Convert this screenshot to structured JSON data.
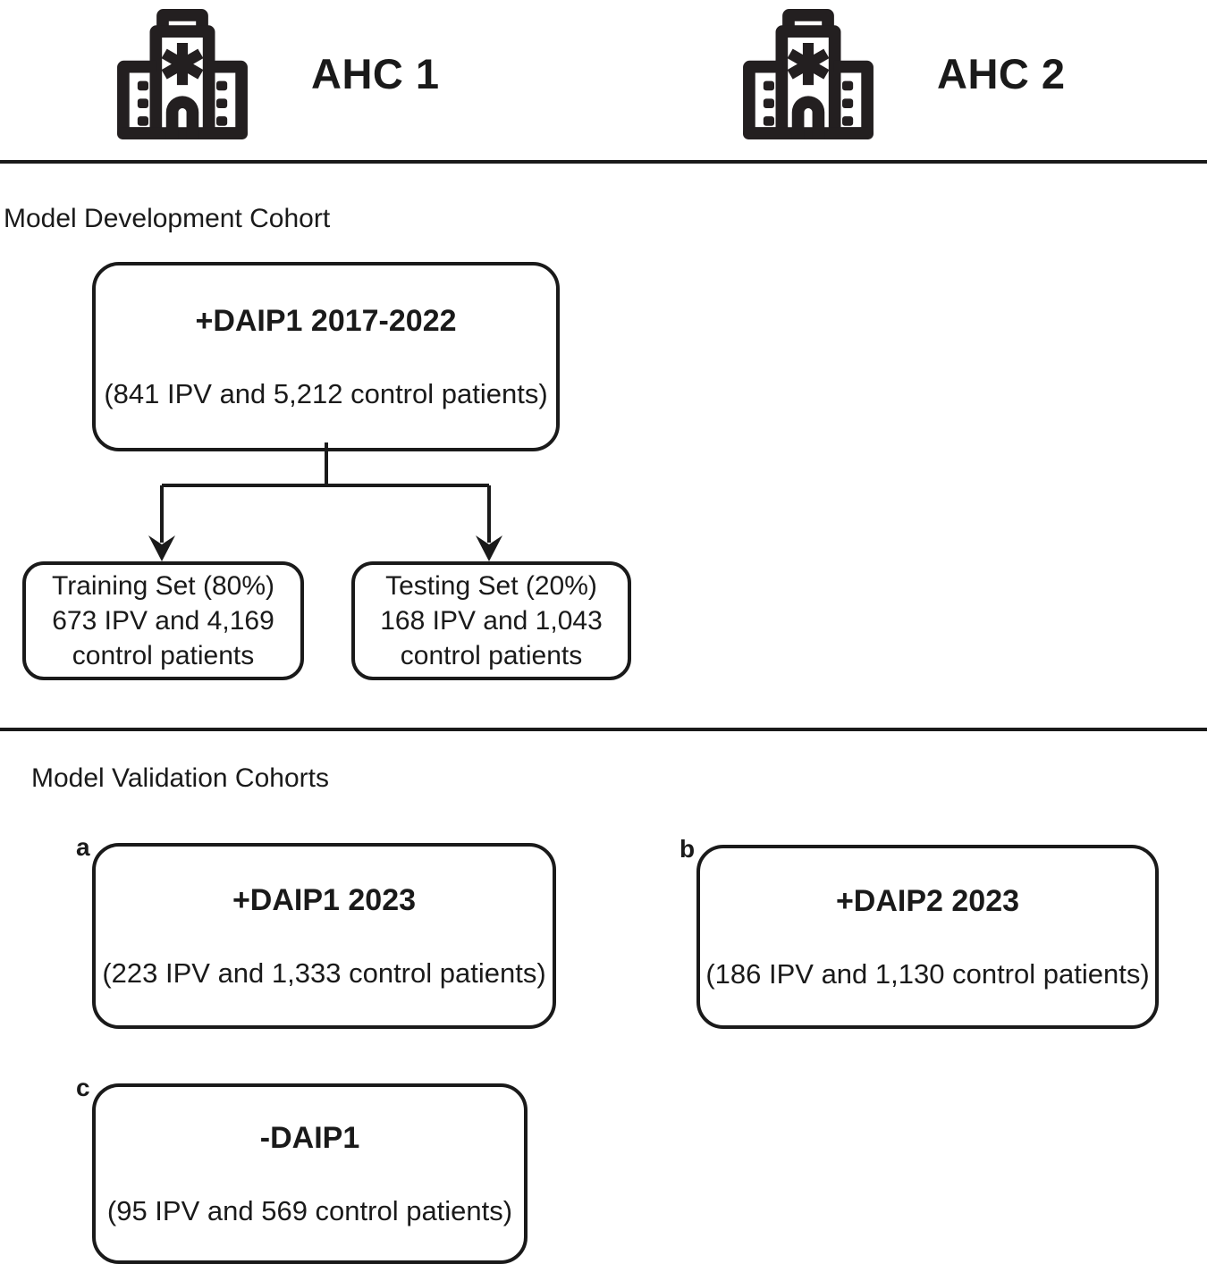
{
  "header": {
    "sites": [
      {
        "icon": "hospital-icon",
        "label": "AHC 1"
      },
      {
        "icon": "hospital-icon",
        "label": "AHC 2"
      }
    ]
  },
  "sections": {
    "development": {
      "caption": "Model Development Cohort",
      "root": {
        "title": "+DAIP1 2017-2022",
        "detail": "(841 IPV and 5,212 control patients)"
      },
      "split": [
        {
          "line1": "Training Set (80%)",
          "line2": "673 IPV and 4,169",
          "line3": "control patients"
        },
        {
          "line1": "Testing Set (20%)",
          "line2": "168 IPV and 1,043",
          "line3": "control patients"
        }
      ]
    },
    "validation": {
      "caption": "Model Validation Cohorts",
      "panels": [
        {
          "letter": "a",
          "title": "+DAIP1 2023",
          "detail": "(223 IPV and 1,333 control patients)"
        },
        {
          "letter": "b",
          "title": "+DAIP2 2023",
          "detail": "(186 IPV and 1,130 control patients)"
        },
        {
          "letter": "c",
          "title": "-DAIP1",
          "detail": "(95 IPV and 569 control patients)"
        }
      ]
    }
  },
  "style": {
    "stroke": "#1a1a1a",
    "background": "#ffffff"
  }
}
